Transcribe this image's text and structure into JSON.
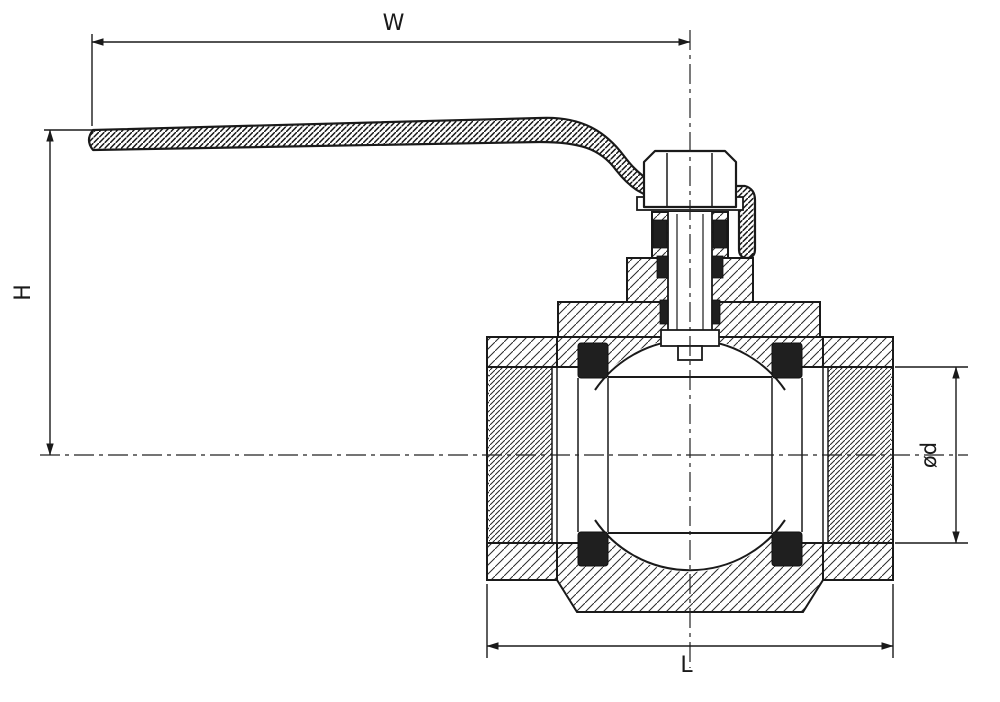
{
  "drawing": {
    "type": "ball-valve-cross-section-technical-drawing",
    "dimension_labels": {
      "top_width": "W",
      "height": "H",
      "length": "L",
      "diameter": "ød"
    }
  },
  "colors": {
    "line": "#1a1a1a",
    "background": "#ffffff",
    "seat_fill": "#1f1f1f"
  }
}
